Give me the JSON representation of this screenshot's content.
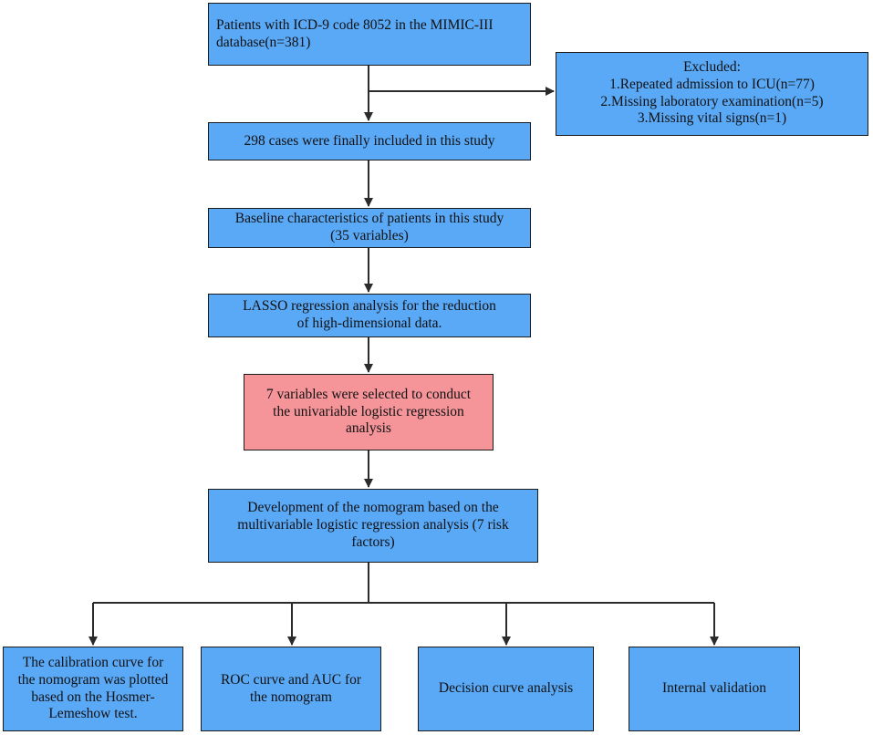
{
  "colors": {
    "box_fill": "#5aa9f7",
    "highlight_fill": "#f5959a",
    "border": "#1b1b1b",
    "arrow": "#2b2b2b"
  },
  "nodes": {
    "source": "Patients with ICD-9 code 8052 in the MIMIC-III\ndatabase(n=381)",
    "excluded": {
      "title": "Excluded:",
      "items": [
        "1.Repeated admission to ICU(n=77)",
        "2.Missing laboratory examination(n=5)",
        "3.Missing vital signs(n=1)"
      ]
    },
    "included": "298 cases were finally included in this study",
    "baseline": "Baseline characteristics of patients in this study\n(35 variables)",
    "lasso": "LASSO regression analysis for the reduction\nof  high-dimensional data.",
    "selected": "7 variables were selected to conduct\nthe univariable logistic regression\nanalysis",
    "nomogram": "Development of the nomogram based on the\nmultivariable logistic regression analysis (7  risk\nfactors)",
    "calibration": "The calibration curve for\nthe nomogram was plotted\nbased on the Hosmer-\nLemeshow test.",
    "roc": "ROC curve and AUC for\nthe nomogram",
    "decision": "Decision curve analysis",
    "internal": "Internal validation"
  }
}
